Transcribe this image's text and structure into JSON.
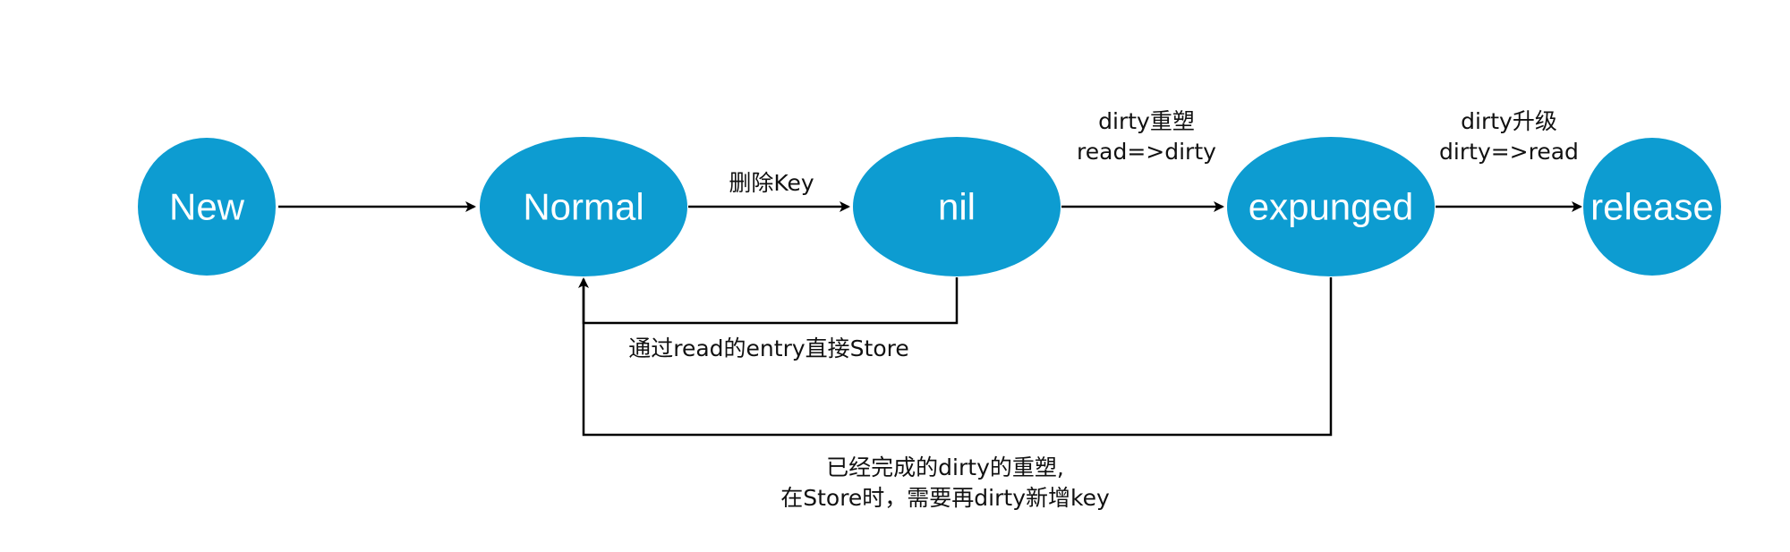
{
  "colors": {
    "node_fill": "#0d9cd1",
    "edge": "#000000"
  },
  "nodes": {
    "new": "New",
    "normal": "Normal",
    "nil": "nil",
    "expunged": "expunged",
    "release": "release"
  },
  "edges": {
    "normal_to_nil": "删除Key",
    "nil_to_expunged": {
      "line1": "dirty重塑",
      "line2": "read=>dirty"
    },
    "expunged_to_release": {
      "line1": "dirty升级",
      "line2": "dirty=>read"
    },
    "nil_to_normal": "通过read的entry直接Store",
    "expunged_to_normal": {
      "line1": "已经完成的dirty的重塑,",
      "line2": "在Store时，需要再dirty新增key"
    }
  }
}
